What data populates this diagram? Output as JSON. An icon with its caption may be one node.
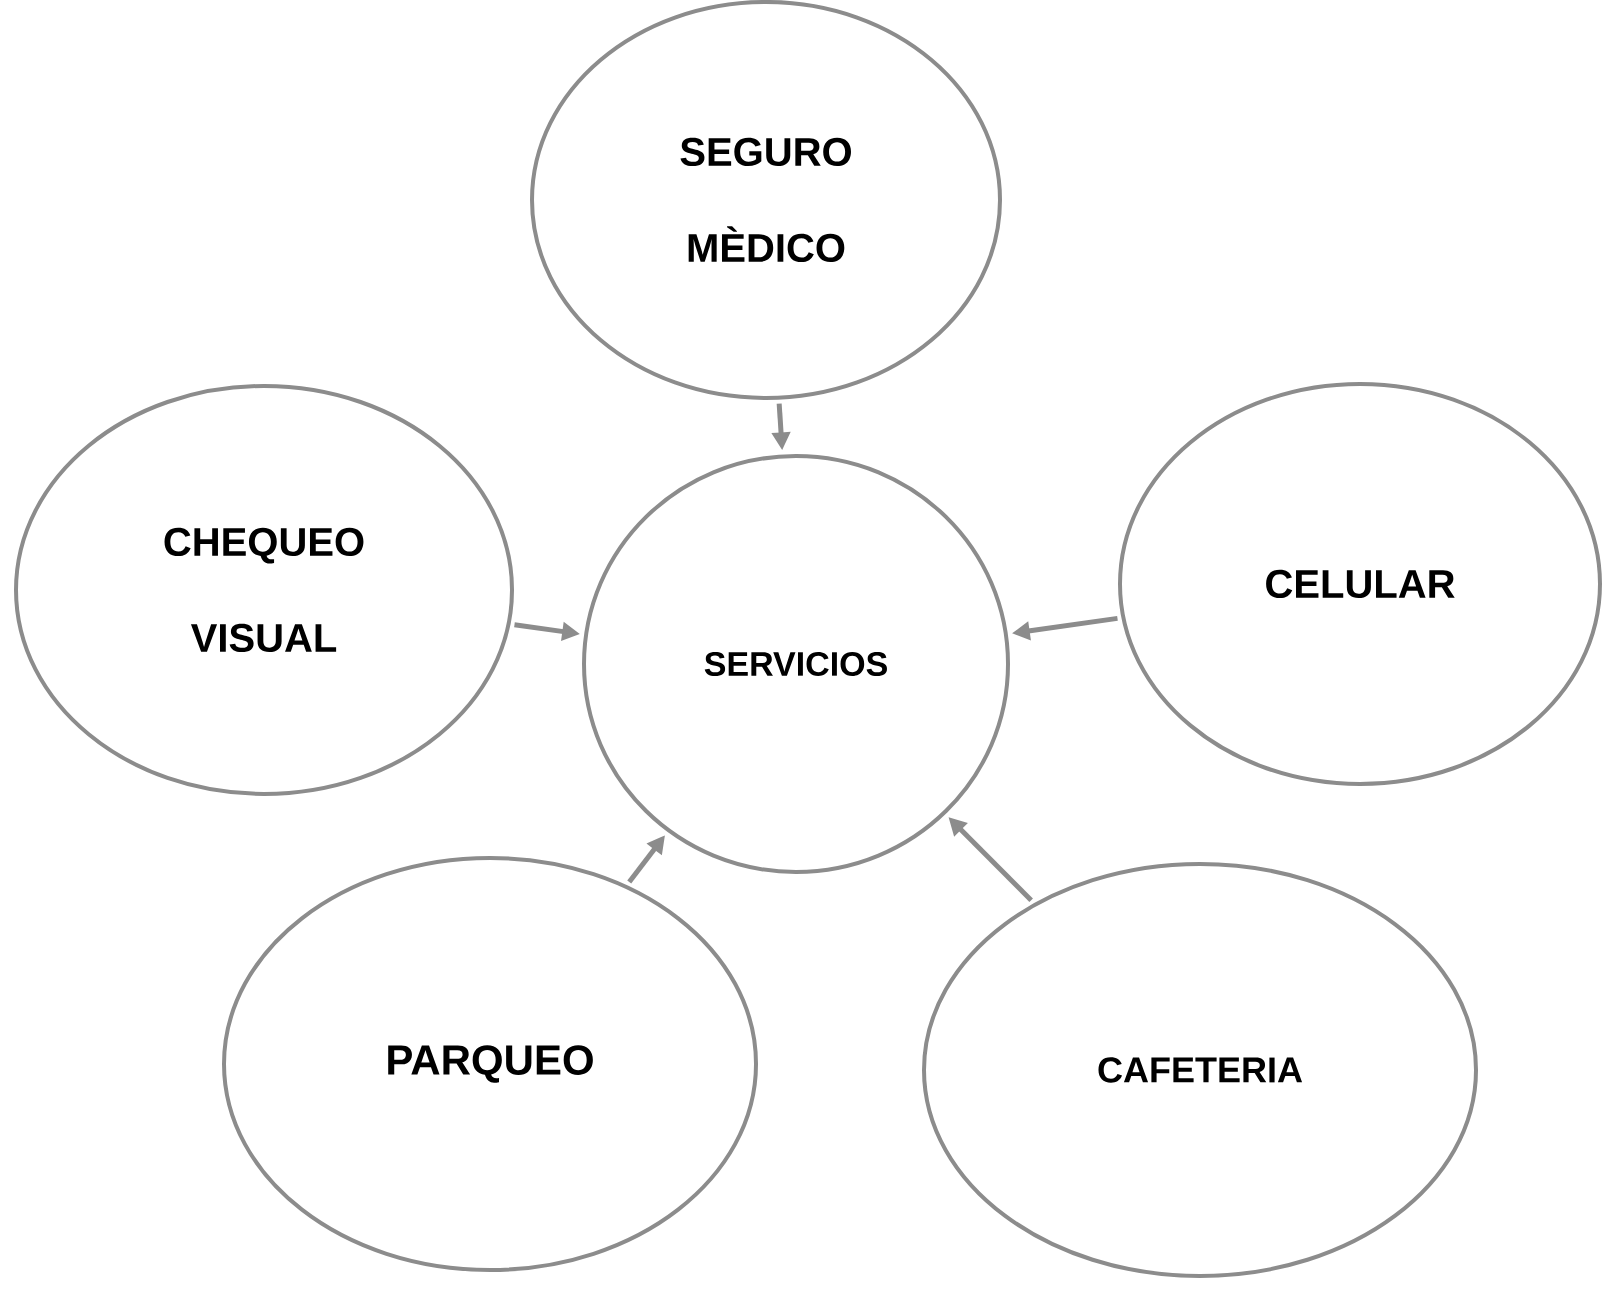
{
  "diagram": {
    "nodes": [
      {
        "text": [
          "SEGURO MÈDICO"
        ]
      },
      {
        "text": [
          "CHEQUEO VISUAL"
        ]
      },
      {
        "text": [
          "SERVICIOS"
        ]
      },
      {
        "text": [
          "CELULAR"
        ]
      },
      {
        "text": [
          "PARQUEO"
        ]
      },
      {
        "text": [
          "CAFETERIA"
        ]
      }
    ],
    "edges": [
      {
        "from": 0,
        "to": 2,
        "arrow": "to"
      },
      {
        "from": 1,
        "to": 2,
        "arrow": "to"
      },
      {
        "from": 3,
        "to": 2,
        "arrow": "to"
      },
      {
        "from": 4,
        "to": 2,
        "arrow": "to"
      },
      {
        "from": 5,
        "to": 2,
        "arrow": "to"
      }
    ]
  }
}
